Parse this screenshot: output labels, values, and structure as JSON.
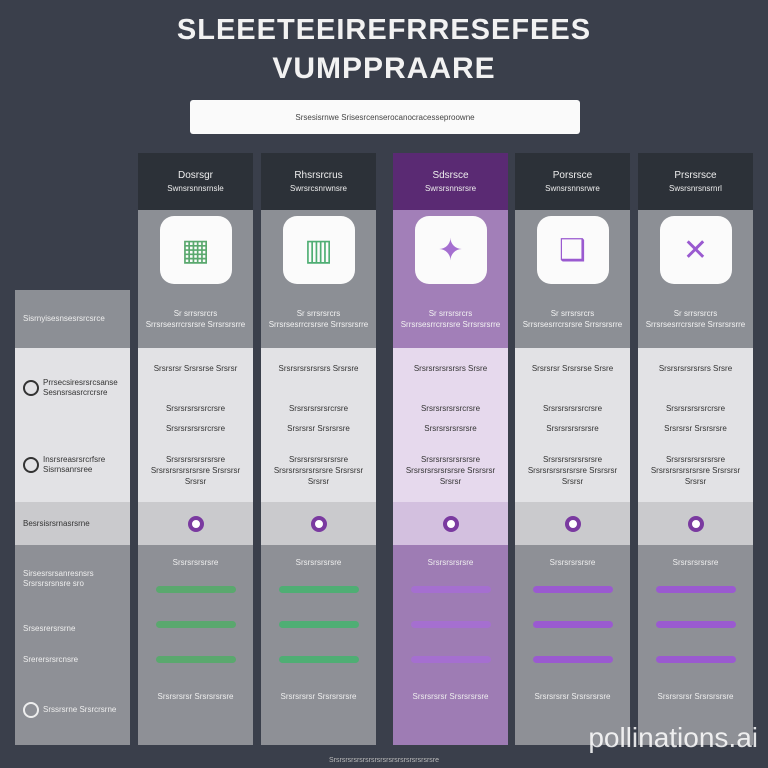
{
  "title": {
    "line1": "SLEEETEEIREFRRESEFEES",
    "line2": "VUMPPRAARE"
  },
  "subtitle": "Srsesisrnwe Srisesrcenserocanocracesseproowne",
  "row_labels": [
    "Sisrnyisesnsesrsrcsrce",
    "Prrsecsiresrsrcsanse Sesnsrsasrcrcrsre",
    "Insrsreasrsrcrfsre Sisrnsanrsree",
    "Besrsisrsrnasrsrne",
    "Sirsesrsrsanresnsrs Srsrsrsrsnsre sro",
    "Srsesrersrsrne",
    "Srerersrsrcnsre",
    "Srssrsrne Srsrcrsrne"
  ],
  "columns": [
    {
      "name": "Dosrsgr",
      "subname": "Swnsrsnnsrnsle",
      "theme": "dark",
      "accent": "#5aa86e",
      "icon": "grid-icon",
      "glyph": "▦",
      "summary": "Sr srrsrsrcrs Srrsrsesrrcrsrsre Srrsrsrsrre",
      "rows": [
        "Srsrsrsr Srsrsrse Srsrsr",
        "Srsrsrsrsrsrcrsre",
        "Srsrsrsrsrsrcrsre",
        "Srsrsrsrsrsrsrsre Srsrsrsrsrsrsrsre Srsrsrsr Srsrsr"
      ],
      "bar_text": "Srsrsrsrsrsre",
      "footer_text": "Srsrsrsrsr Srsrsrsrsre"
    },
    {
      "name": "Rhsrsrcrus",
      "subname": "Swrsrcsnrwnsre",
      "theme": "dark",
      "accent": "#4fae74",
      "icon": "book-icon",
      "glyph": "▥",
      "summary": "Sr srrsrsrcrs Srrsrsesrrcrsrsre Srrsrsrsrre",
      "rows": [
        "Srsrsrsrsrsrsrs Srsrsre",
        "Srsrsrsrsrsrcrsre",
        "Srsrsrsr Srsrsrsre",
        "Srsrsrsrsrsrsrsre Srsrsrsrsrsrsrsre Srsrsrsr Srsrsr"
      ],
      "bar_text": "Srsrsrsrsrsre",
      "footer_text": "Srsrsrsrsr Srsrsrsrsre"
    },
    {
      "name": "Sdsrsce",
      "subname": "Swrsrsnnsrsre",
      "theme": "purple",
      "accent": "#a56fd0",
      "icon": "chart-icon",
      "glyph": "✦",
      "summary": "Sr srrsrsrcrs Srrsrsesrrcrsrsre Srrsrsrsrre",
      "rows": [
        "Srsrsrsrsrsrsrs Srsre",
        "Srsrsrsrsrsrcrsre",
        "Srsrsrsrsrsrsre",
        "Srsrsrsrsrsrsrsre Srsrsrsrsrsrsrsre Srsrsrsr Srsrsr"
      ],
      "bar_text": "Srsrsrsrsrsre",
      "footer_text": "Srsrsrsrsr Srsrsrsrsre"
    },
    {
      "name": "Porsrsce",
      "subname": "Swnsrsnnsrwre",
      "theme": "dark",
      "accent": "#9a5ad0",
      "icon": "book-open-icon",
      "glyph": "❑",
      "summary": "Sr srrsrsrcrs Srrsrsesrrcrsrsre Srrsrsrsrre",
      "rows": [
        "Srsrsrsr Srsrsrse Srsre",
        "Srsrsrsrsrsrcrsre",
        "Srsrsrsrsrsrsre",
        "Srsrsrsrsrsrsrsre Srsrsrsrsrsrsrsre Srsrsrsr Srsrsr"
      ],
      "bar_text": "Srsrsrsrsrsre",
      "footer_text": "Srsrsrsrsr Srsrsrsrsre"
    },
    {
      "name": "Prsrsrsce",
      "subname": "Swsrsnrsnsrnrl",
      "theme": "dark",
      "accent": "#9a5ad0",
      "icon": "tools-icon",
      "glyph": "✕",
      "summary": "Sr srrsrsrcrs Srrsrsesrrcrsrsre Srrsrsrsrre",
      "rows": [
        "Srsrsrsrsrsrsrs Srsre",
        "Srsrsrsrsrsrcrsre",
        "Srsrsrsr Srsrsrsre",
        "Srsrsrsrsrsrsrsre Srsrsrsrsrsrsrsre Srsrsrsr Srsrsr"
      ],
      "bar_text": "Srsrsrsrsrsre",
      "footer_text": "Srsrsrsrsr Srsrsrsrsre"
    }
  ],
  "footer": "Srsrsrsrsrsrsrsrsrsrsrsrsrsrsrsrsrsre",
  "watermark": "pollinations.ai",
  "colors": {
    "background": "#3a3f4b",
    "header": "#2c3138",
    "purple_header": "#5a2a73"
  }
}
